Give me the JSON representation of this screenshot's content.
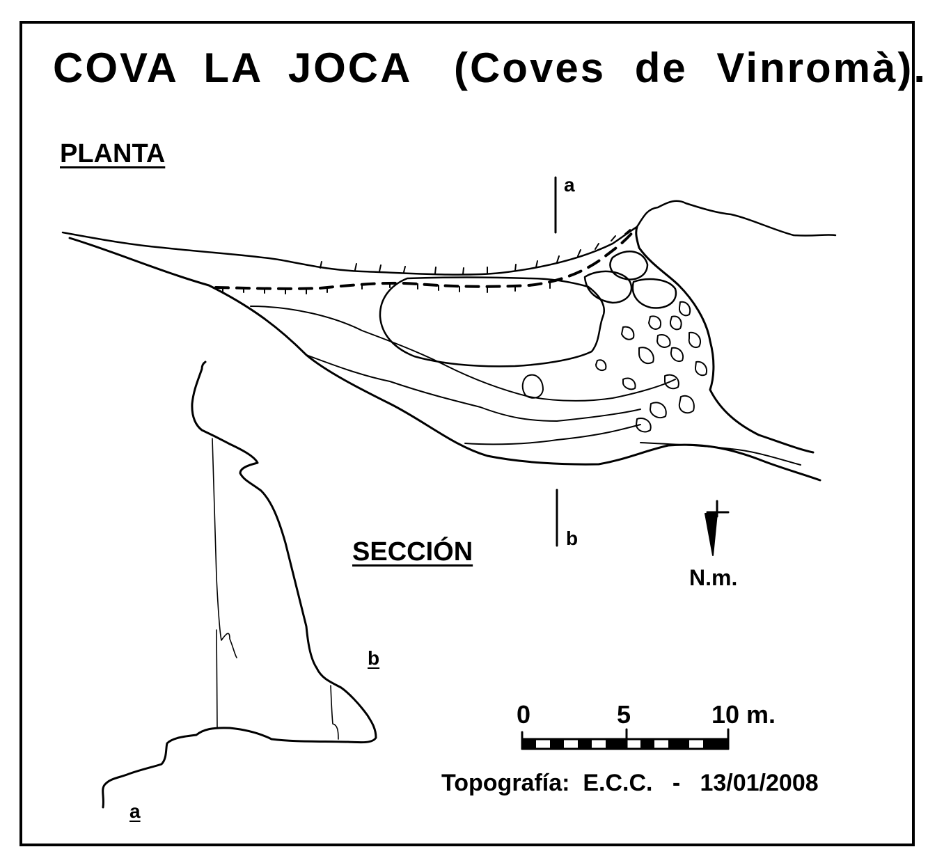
{
  "title": {
    "name": "COVA  LA  JOCA",
    "location": "(Coves  de  Vinromà)."
  },
  "plan": {
    "heading": "PLANTA",
    "section_marks": {
      "a": "a",
      "b": "b"
    }
  },
  "section": {
    "heading": "SECCIÓN",
    "ends": {
      "a": "a",
      "b": "b"
    }
  },
  "north": {
    "label": "N.m."
  },
  "scale": {
    "ticks": [
      "0",
      "5",
      "10 m."
    ]
  },
  "credit": "Topografía:  E.C.C.   -   13/01/2008",
  "colors": {
    "ink": "#000000",
    "paper": "#ffffff"
  }
}
